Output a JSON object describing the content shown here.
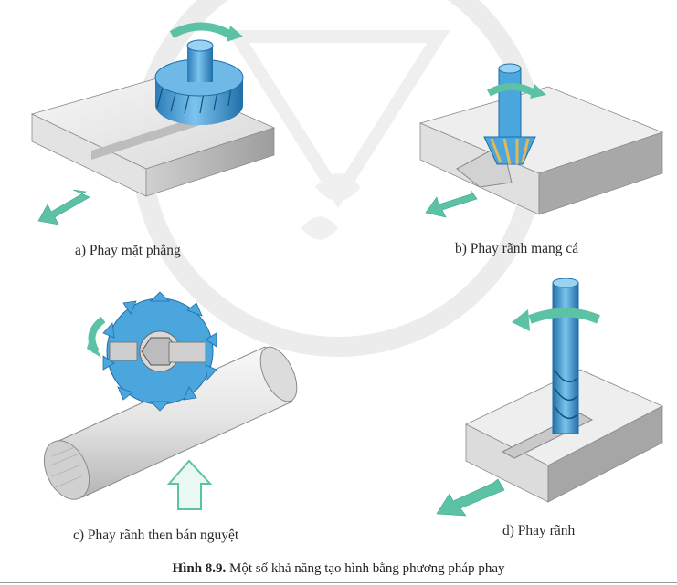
{
  "panels": [
    {
      "id": "a",
      "caption": "a) Phay mặt phẳng"
    },
    {
      "id": "b",
      "caption": "b) Phay rãnh mang cá"
    },
    {
      "id": "c",
      "caption": "c) Phay rãnh then bán nguyệt"
    },
    {
      "id": "d",
      "caption": "d) Phay rãnh"
    }
  ],
  "figure": {
    "label": "Hình 8.9.",
    "title": " Một số khả năng tạo hình bằng phương pháp phay"
  },
  "colors": {
    "tool_blue": "#4aa6dc",
    "tool_dark": "#1f6fa8",
    "arrow_green": "#5cc2a6",
    "metal_light": "#f2f2f2",
    "metal_mid": "#cfcfcf",
    "metal_dark": "#9c9c9c",
    "gold": "#e2b85a"
  },
  "icons": [
    "rotation-arrow-icon",
    "feed-arrow-icon",
    "watermark-logo-icon"
  ]
}
